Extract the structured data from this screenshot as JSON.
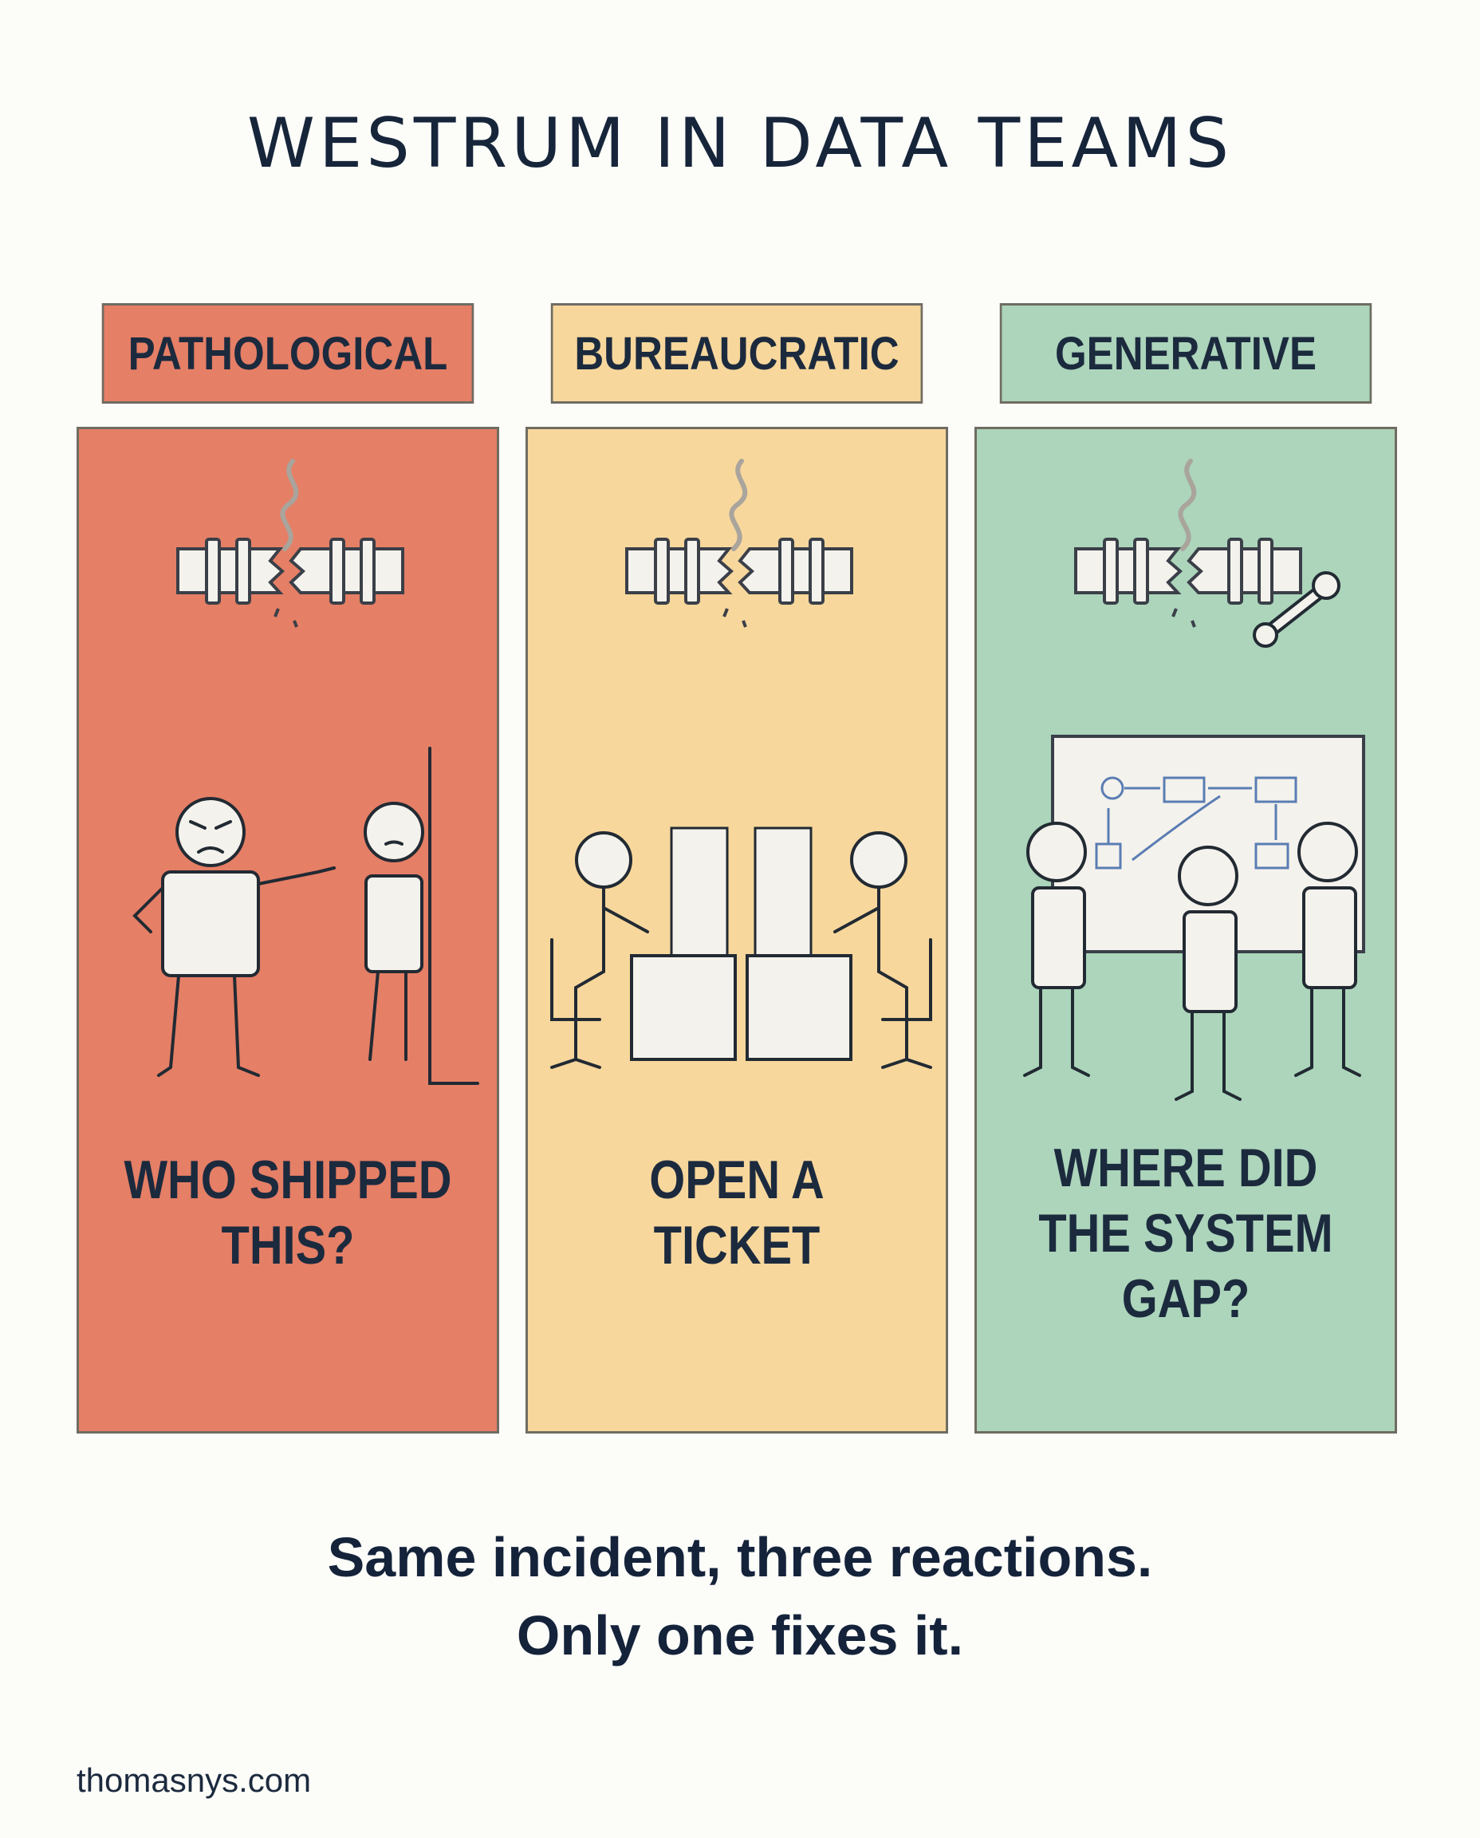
{
  "title": "WESTRUM IN DATA TEAMS",
  "columns": [
    {
      "header": "PATHOLOGICAL",
      "caption_lines": [
        "WHO SHIPPED",
        "THIS?"
      ],
      "color": "#e57f66",
      "scene": "blame-pointing-figures",
      "icons": [
        "broken-pipe-icon"
      ]
    },
    {
      "header": "BUREAUCRATIC",
      "caption_lines": [
        "OPEN A",
        "TICKET"
      ],
      "color": "#f7d79c",
      "scene": "desk-workers-paper-stacks",
      "icons": [
        "broken-pipe-icon"
      ]
    },
    {
      "header": "GENERATIVE",
      "caption_lines": [
        "WHERE DID",
        "THE SYSTEM",
        "GAP?"
      ],
      "color": "#acd5bb",
      "scene": "whiteboard-collaboration",
      "icons": [
        "broken-pipe-icon",
        "wrench-icon"
      ]
    }
  ],
  "tagline": [
    "Same incident, three reactions.",
    "Only one fixes it."
  ],
  "footer": "thomasnys.com"
}
